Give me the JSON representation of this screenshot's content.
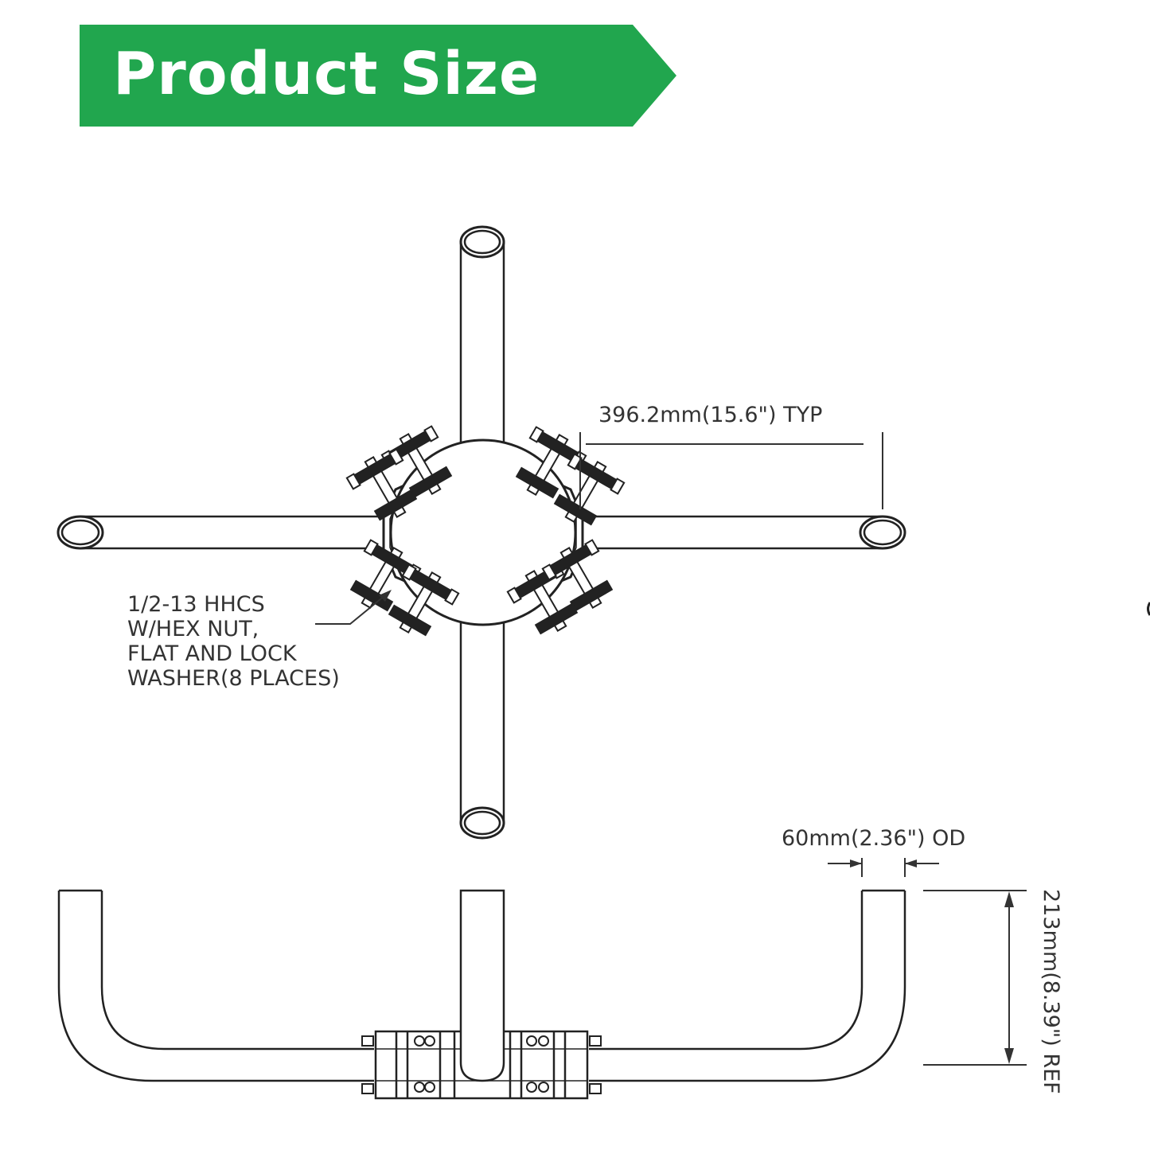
{
  "banner": {
    "title": "Product Size",
    "color": "#21A64E"
  },
  "annotations": {
    "arm_length": "396.2mm(15.6\") TYP",
    "bolt_note": [
      "1/2-13 HHCS",
      "W/HEX NUT,",
      "FLAT AND LOCK",
      "WASHER(8 PLACES)"
    ],
    "pipe_od": "60mm(2.36\") OD",
    "height": "213mm(8.39\") REF"
  }
}
